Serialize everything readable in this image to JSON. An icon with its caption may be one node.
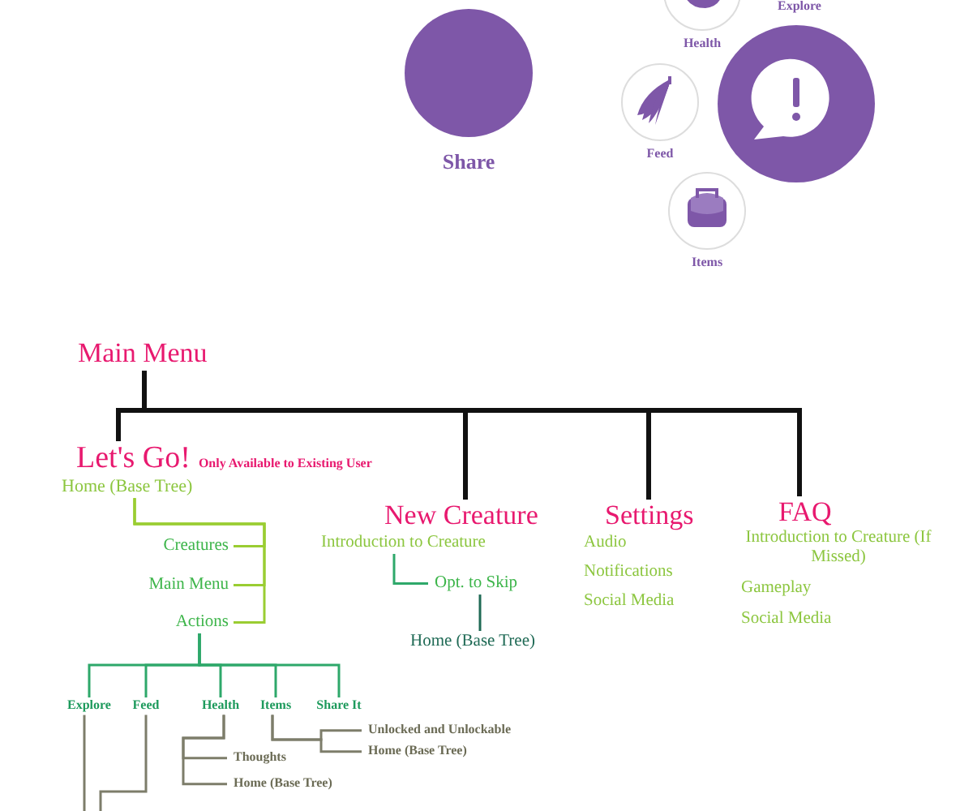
{
  "diagram": {
    "nodes": [
      {
        "text": [
          "Share"
        ]
      },
      {
        "text": [
          "Health"
        ]
      },
      {
        "text": [
          "Explore"
        ]
      },
      {
        "text": [
          "Feed"
        ]
      },
      {
        "text": [],
        "shape": "circle"
      },
      {
        "text": [
          "Items"
        ]
      },
      {
        "text": [
          "Main Menu"
        ]
      },
      {
        "text": [
          "Let's Go!",
          "Only Available to Existing User"
        ]
      },
      {
        "text": [
          "Home (Base Tree)"
        ]
      },
      {
        "text": [
          "Creatures"
        ]
      },
      {
        "text": [
          "Main Menu"
        ]
      },
      {
        "text": [
          "Actions"
        ]
      },
      {
        "text": [
          "Explore"
        ]
      },
      {
        "text": [
          "Feed"
        ]
      },
      {
        "text": [
          "Health"
        ]
      },
      {
        "text": [
          "Items"
        ]
      },
      {
        "text": [
          "Share It"
        ]
      },
      {
        "text": [
          "Thoughts"
        ]
      },
      {
        "text": [
          "Home (Base Tree)"
        ]
      },
      {
        "text": [
          "Unlocked and Unlockable"
        ]
      },
      {
        "text": [
          "Home (Base Tree)"
        ]
      },
      {
        "text": [
          "New Creature"
        ]
      },
      {
        "text": [
          "Introduction to Creature"
        ]
      },
      {
        "text": [
          "Opt. to Skip"
        ]
      },
      {
        "text": [
          "Home (Base Tree)"
        ]
      },
      {
        "text": [
          "Settings"
        ]
      },
      {
        "text": [
          "Audio"
        ]
      },
      {
        "text": [
          "Notifications"
        ]
      },
      {
        "text": [
          "Social Media"
        ]
      },
      {
        "text": [
          "FAQ"
        ]
      },
      {
        "text": [
          "Introduction to Creature (If Missed)"
        ]
      },
      {
        "text": [
          "Gameplay"
        ]
      },
      {
        "text": [
          "Social Media"
        ]
      }
    ],
    "edges": [
      {
        "from": 6,
        "to": 7,
        "arrow": "none",
        "style": "thick",
        "color": "#111111"
      },
      {
        "from": 6,
        "to": 21,
        "arrow": "none",
        "style": "thick",
        "color": "#111111"
      },
      {
        "from": 6,
        "to": 25,
        "arrow": "none",
        "style": "thick",
        "color": "#111111"
      },
      {
        "from": 6,
        "to": 29,
        "arrow": "none",
        "style": "thick",
        "color": "#111111"
      },
      {
        "from": 8,
        "to": 9,
        "arrow": "none",
        "color": "#9acd32"
      },
      {
        "from": 8,
        "to": 10,
        "arrow": "none",
        "color": "#9acd32"
      },
      {
        "from": 8,
        "to": 11,
        "arrow": "none",
        "color": "#9acd32"
      },
      {
        "from": 11,
        "to": 12,
        "arrow": "none",
        "color": "#2ea86a"
      },
      {
        "from": 11,
        "to": 13,
        "arrow": "none",
        "color": "#2ea86a"
      },
      {
        "from": 11,
        "to": 14,
        "arrow": "none",
        "color": "#2ea86a"
      },
      {
        "from": 11,
        "to": 15,
        "arrow": "none",
        "color": "#2ea86a"
      },
      {
        "from": 11,
        "to": 16,
        "arrow": "none",
        "color": "#2ea86a"
      },
      {
        "from": 14,
        "to": 17,
        "arrow": "none"
      },
      {
        "from": 14,
        "to": 18,
        "arrow": "none"
      },
      {
        "from": 15,
        "to": 19,
        "arrow": "none"
      },
      {
        "from": 15,
        "to": 20,
        "arrow": "none"
      },
      {
        "from": 12,
        "to": null,
        "arrow": "none"
      },
      {
        "from": 13,
        "to": null,
        "arrow": "none"
      },
      {
        "from": 22,
        "to": 23,
        "arrow": "none",
        "color": "#2ea86a"
      },
      {
        "from": 23,
        "to": 24,
        "arrow": "none",
        "color": "#1f6a55"
      }
    ]
  }
}
